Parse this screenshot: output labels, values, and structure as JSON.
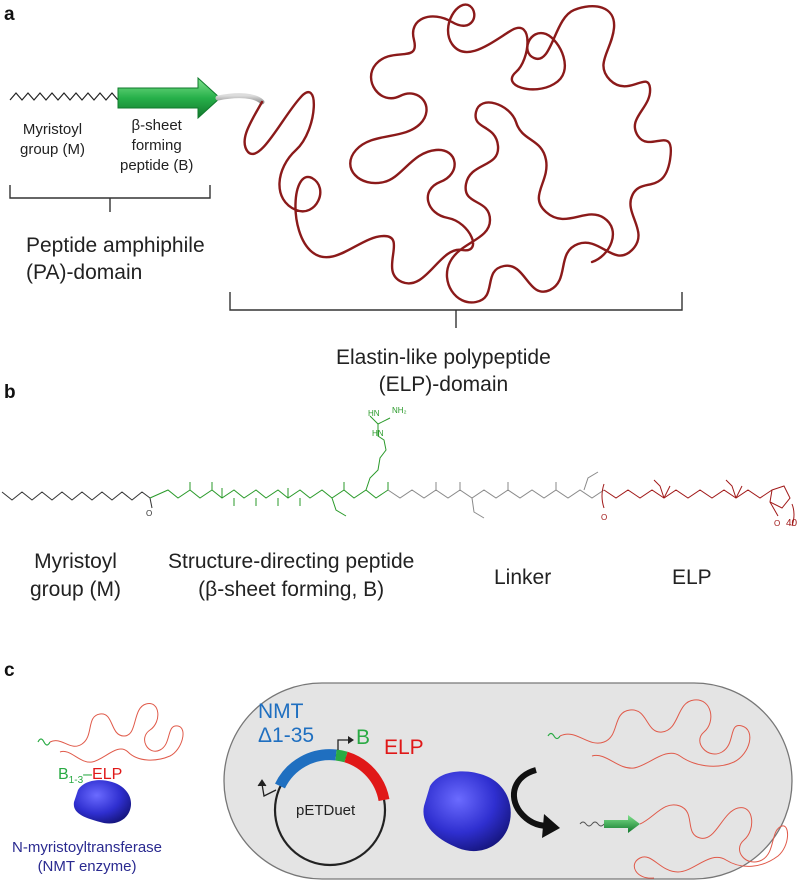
{
  "panel_a": {
    "label": "a",
    "myristoyl_label": [
      "Myristoyl",
      "group (M)"
    ],
    "beta_label": [
      "β-sheet",
      "forming",
      "peptide (B)"
    ],
    "pa_domain": [
      "Peptide amphiphile",
      "(PA)-domain"
    ],
    "elp_domain": [
      "Elastin-like polypeptide",
      "(ELP)-domain"
    ],
    "colors": {
      "arrow": "#22aa44",
      "elp_chain": "#8b1a1a"
    }
  },
  "panel_b": {
    "label": "b",
    "amine_label": "NH₂",
    "repeat_subscript": "40",
    "myristoyl": [
      "Myristoyl",
      "group (M)"
    ],
    "structure_peptide": [
      "Structure-directing peptide",
      "(β-sheet forming, B)"
    ],
    "linker": "Linker",
    "elp": "ELP",
    "colors": {
      "myristoyl": "#222222",
      "peptide": "#2a9a2a",
      "linker": "#888888",
      "elp": "#a01818"
    }
  },
  "panel_c": {
    "label": "c",
    "construct_label": {
      "b": "B",
      "sub": "1-3",
      "dash": "–",
      "elp": "ELP"
    },
    "enzyme_label": [
      "N-myristoyltransferase",
      "(NMT enzyme)"
    ],
    "nmt_label": [
      "NMT",
      "Δ1-35"
    ],
    "b_label": "B",
    "elp_label": "ELP",
    "plasmid": "pETDuet",
    "colors": {
      "nmt": "#1f6fc0",
      "b": "#2aaa44",
      "elp": "#e01818",
      "enzyme": "#3535c8"
    }
  }
}
